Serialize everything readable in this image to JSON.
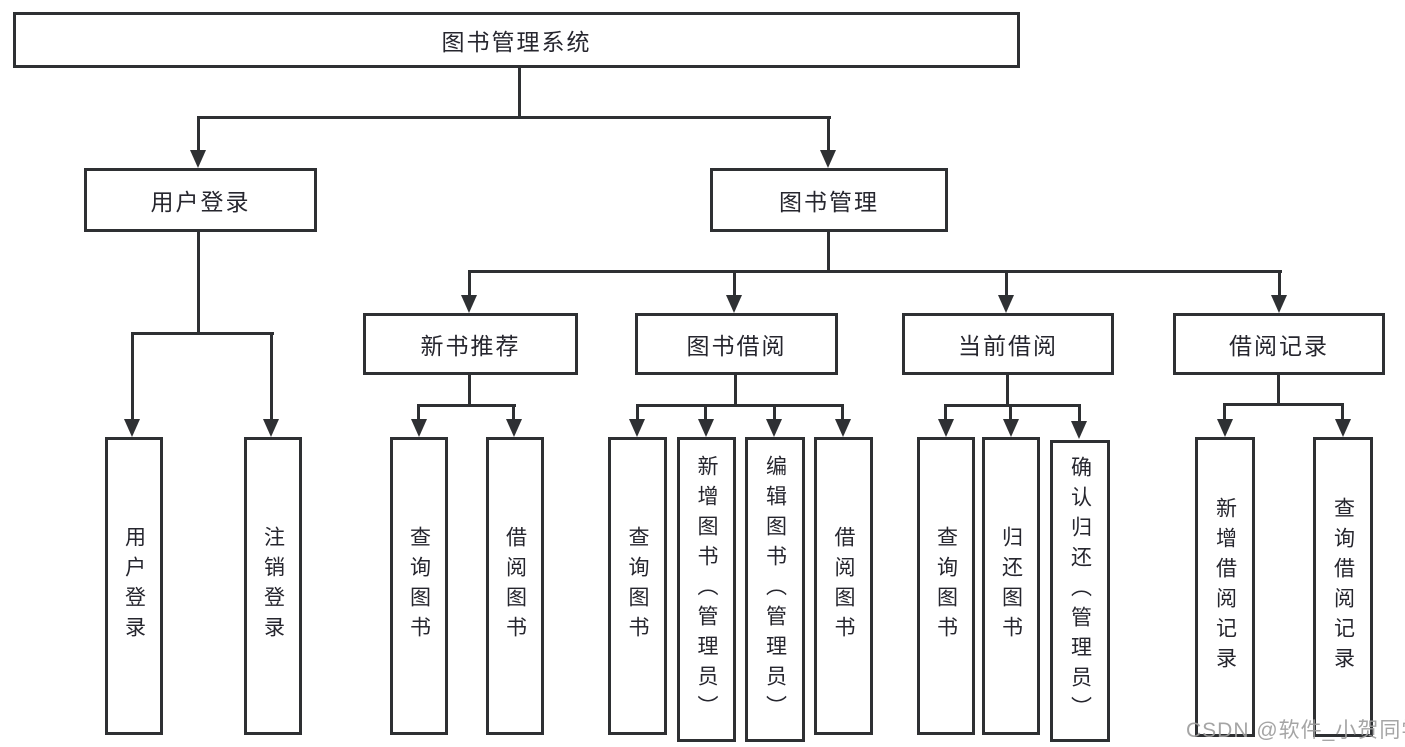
{
  "diagram": {
    "type": "hierarchy-tree",
    "root_label": "图书管理系统"
  },
  "nodes": {
    "root": "图书管理系统",
    "user_login": "用户登录",
    "book_mgmt": "图书管理",
    "new_book_rec": "新书推荐",
    "book_borrow": "图书借阅",
    "current_borrow": "当前借阅",
    "borrow_records": "借阅记录",
    "leaf_user_login": "用户登录",
    "leaf_logout": "注销登录",
    "rec_query_books": "查询图书",
    "rec_borrow_books": "借阅图书",
    "bb_query_books": "查询图书",
    "bb_add_books": "新增图书（管理员）",
    "bb_edit_books": "编辑图书（管理员）",
    "bb_borrow_books": "借阅图书",
    "cb_query_books": "查询图书",
    "cb_return_books": "归还图书",
    "cb_confirm_return": "确认归还（管理员）",
    "br_add_record": "新增借阅记录",
    "br_query_record": "查询借阅记录"
  },
  "colors": {
    "line": "#2e3033",
    "text": "#26262e",
    "background": "#ffffff",
    "watermark": "#9e9e9e"
  },
  "watermark": "CSDN @软件_小贺同学"
}
